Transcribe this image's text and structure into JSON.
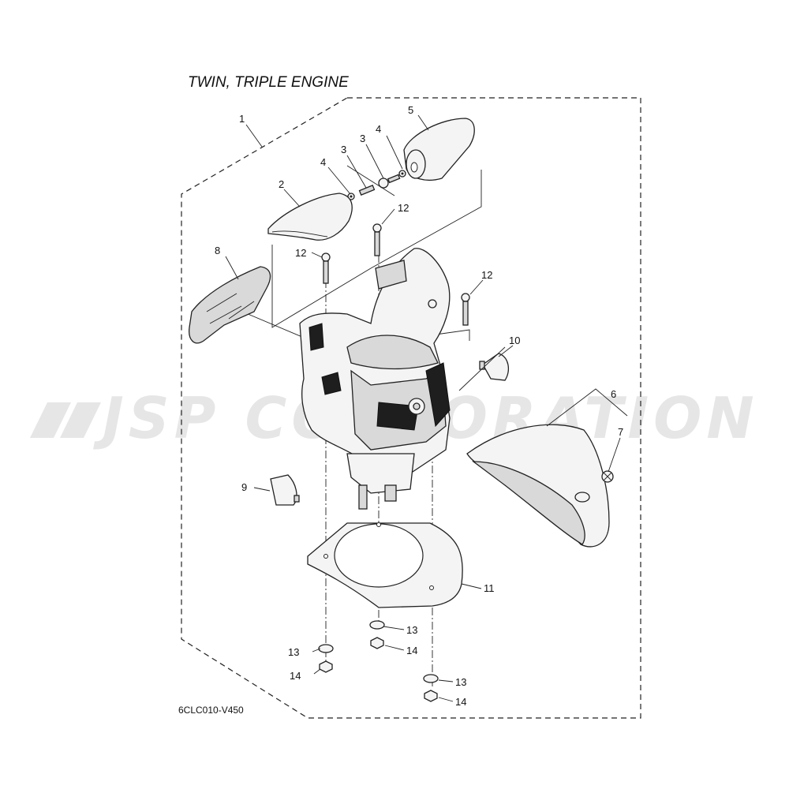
{
  "diagram": {
    "title": "TWIN, TRIPLE ENGINE",
    "figure_code": "6CLC010-V450",
    "watermark": "JSP CORPORATION",
    "callouts": {
      "c1": "1",
      "c2": "2",
      "c3a": "3",
      "c3b": "3",
      "c4a": "4",
      "c4b": "4",
      "c5": "5",
      "c6": "6",
      "c7": "7",
      "c8": "8",
      "c9": "9",
      "c10": "10",
      "c11": "11",
      "c12a": "12",
      "c12b": "12",
      "c12c": "12",
      "c13a": "13",
      "c13b": "13",
      "c13c": "13",
      "c14a": "14",
      "c14b": "14",
      "c14c": "14"
    }
  }
}
